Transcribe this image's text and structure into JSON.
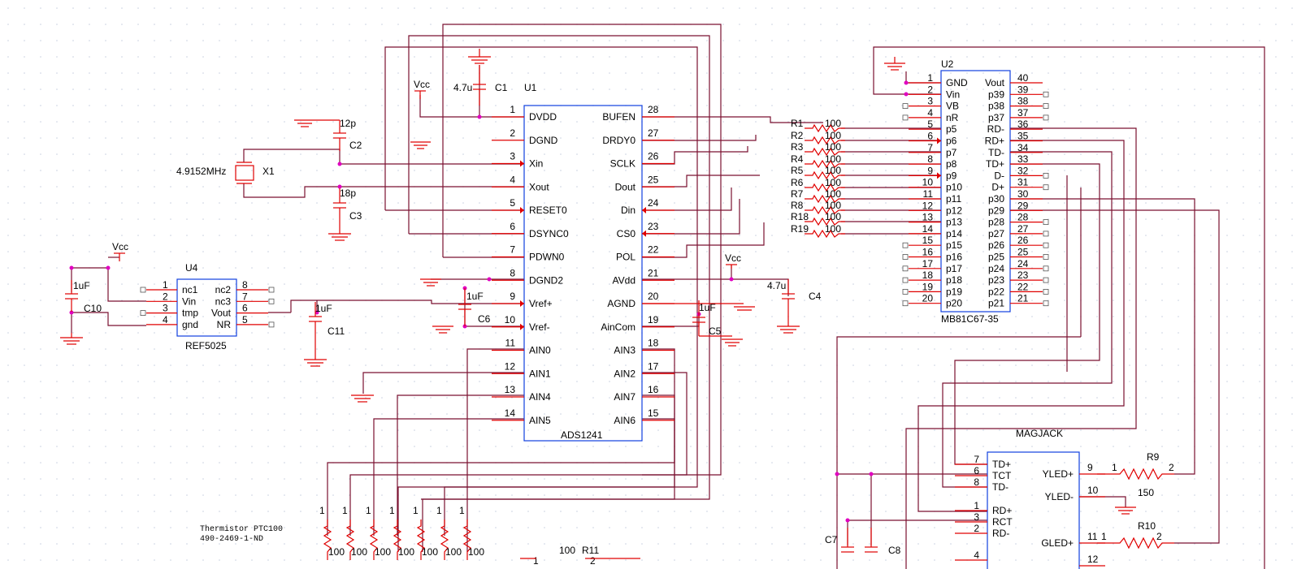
{
  "colors": {
    "wire": "#7a1030",
    "pin": "#e00000",
    "part": "#1040e0",
    "junction": "#e000c0",
    "grid": "#c8d0e0",
    "background": "#ffffff"
  },
  "u1": {
    "ref": "U1",
    "value": "ADS1241",
    "left_pins": [
      [
        "1",
        "DVDD"
      ],
      [
        "2",
        "DGND"
      ],
      [
        "3",
        "Xin"
      ],
      [
        "4",
        "Xout"
      ],
      [
        "5",
        "RESET0"
      ],
      [
        "6",
        "DSYNC0"
      ],
      [
        "7",
        "PDWN0"
      ],
      [
        "8",
        "DGND2"
      ],
      [
        "9",
        "Vref+"
      ],
      [
        "10",
        "Vref-"
      ],
      [
        "11",
        "AIN0"
      ],
      [
        "12",
        "AIN1"
      ],
      [
        "13",
        "AIN4"
      ],
      [
        "14",
        "AIN5"
      ]
    ],
    "right_pins": [
      [
        "28",
        "BUFEN"
      ],
      [
        "27",
        "DRDY0"
      ],
      [
        "26",
        "SCLK"
      ],
      [
        "25",
        "Dout"
      ],
      [
        "24",
        "Din"
      ],
      [
        "23",
        "CS0"
      ],
      [
        "22",
        "POL"
      ],
      [
        "21",
        "AVdd"
      ],
      [
        "20",
        "AGND"
      ],
      [
        "19",
        "AinCom"
      ],
      [
        "18",
        "AIN3"
      ],
      [
        "17",
        "AIN2"
      ],
      [
        "16",
        "AIN7"
      ],
      [
        "15",
        "AIN6"
      ]
    ]
  },
  "u2": {
    "ref": "U2",
    "value": "MB81C67-35",
    "left_pins": [
      [
        "1",
        "GND"
      ],
      [
        "2",
        "Vin"
      ],
      [
        "3",
        "VB"
      ],
      [
        "4",
        "nR"
      ],
      [
        "5",
        "p5"
      ],
      [
        "6",
        "p6"
      ],
      [
        "7",
        "p7"
      ],
      [
        "8",
        "p8"
      ],
      [
        "9",
        "p9"
      ],
      [
        "10",
        "p10"
      ],
      [
        "11",
        "p11"
      ],
      [
        "12",
        "p12"
      ],
      [
        "13",
        "p13"
      ],
      [
        "14",
        "p14"
      ],
      [
        "15",
        "p15"
      ],
      [
        "16",
        "p16"
      ],
      [
        "17",
        "p17"
      ],
      [
        "18",
        "p18"
      ],
      [
        "19",
        "p19"
      ],
      [
        "20",
        "p20"
      ]
    ],
    "right_pins": [
      [
        "40",
        "Vout"
      ],
      [
        "39",
        "p39"
      ],
      [
        "38",
        "p38"
      ],
      [
        "37",
        "p37"
      ],
      [
        "36",
        "RD-"
      ],
      [
        "35",
        "RD+"
      ],
      [
        "34",
        "TD-"
      ],
      [
        "33",
        "TD+"
      ],
      [
        "32",
        "D-"
      ],
      [
        "31",
        "D+"
      ],
      [
        "30",
        "p30"
      ],
      [
        "29",
        "p29"
      ],
      [
        "28",
        "p28"
      ],
      [
        "27",
        "p27"
      ],
      [
        "26",
        "p26"
      ],
      [
        "25",
        "p25"
      ],
      [
        "24",
        "p24"
      ],
      [
        "23",
        "p23"
      ],
      [
        "22",
        "p22"
      ],
      [
        "21",
        "p21"
      ]
    ],
    "pin_numbers_left": [
      "1",
      "2",
      "3",
      "4",
      "5",
      "6",
      "7",
      "8",
      "9",
      "10",
      "11",
      "12",
      "13",
      "14",
      "15",
      "16",
      "17",
      "18",
      "19",
      "20"
    ],
    "pin_numbers_right": [
      "40",
      "39",
      "38",
      "37",
      "36",
      "35",
      "34",
      "33",
      "32",
      "31",
      "30",
      "29",
      "28",
      "27",
      "26",
      "25",
      "24",
      "23",
      "22",
      "21"
    ]
  },
  "u4": {
    "ref": "U4",
    "value": "REF5025",
    "left_pins": [
      [
        "1",
        "nc1"
      ],
      [
        "2",
        "Vin"
      ],
      [
        "3",
        "tmp"
      ],
      [
        "4",
        "gnd"
      ]
    ],
    "right_pins": [
      [
        "8",
        "nc2"
      ],
      [
        "7",
        "nc3"
      ],
      [
        "6",
        "Vout"
      ],
      [
        "5",
        "NR"
      ]
    ]
  },
  "magjack": {
    "value": "MAGJACK",
    "left_pins": [
      [
        "7",
        "TD+"
      ],
      [
        "6",
        "TCT"
      ],
      [
        "8",
        "TD-"
      ],
      [
        "1",
        "RD+"
      ],
      [
        "3",
        "RCT"
      ],
      [
        "2",
        "RD-"
      ],
      [
        "4",
        ""
      ]
    ],
    "right_pins": [
      [
        "9",
        "YLED+"
      ],
      [
        "10",
        "YLED-"
      ],
      [
        "11",
        "GLED+"
      ],
      [
        "12",
        ""
      ]
    ]
  },
  "resistor_bank": {
    "refs": [
      "R1",
      "R2",
      "R3",
      "R4",
      "R5",
      "R6",
      "R7",
      "R8",
      "R18",
      "R19"
    ],
    "value": "100"
  },
  "components": {
    "c1": {
      "ref": "C1",
      "value": "4.7u"
    },
    "c2": {
      "ref": "C2",
      "value": "12p"
    },
    "c3": {
      "ref": "C3",
      "value": "18p"
    },
    "c4": {
      "ref": "C4",
      "value": "4.7u"
    },
    "c5": {
      "ref": "C5",
      "value": "1uF"
    },
    "c6": {
      "ref": "C6",
      "value": "1uF"
    },
    "c7": {
      "ref": "C7"
    },
    "c8": {
      "ref": "C8"
    },
    "c10": {
      "ref": "C10",
      "value": "1uF"
    },
    "c11": {
      "ref": "C11",
      "value": "1uF"
    },
    "x1": {
      "ref": "X1",
      "value": "4.9152MHz"
    },
    "r9": {
      "ref": "R9",
      "value": "150",
      "pin1": "1",
      "pin2": "2"
    },
    "r10": {
      "ref": "R10",
      "pin1": "1",
      "pin2": "2"
    },
    "r11": {
      "ref": "R11",
      "value": "100",
      "pin1": "1",
      "pin2": "2"
    }
  },
  "power": {
    "vcc": "Vcc"
  },
  "thermistor": {
    "line1": "Thermistor PTC100",
    "line2": "490-2469-1-ND",
    "pin": "1",
    "value": "100"
  }
}
